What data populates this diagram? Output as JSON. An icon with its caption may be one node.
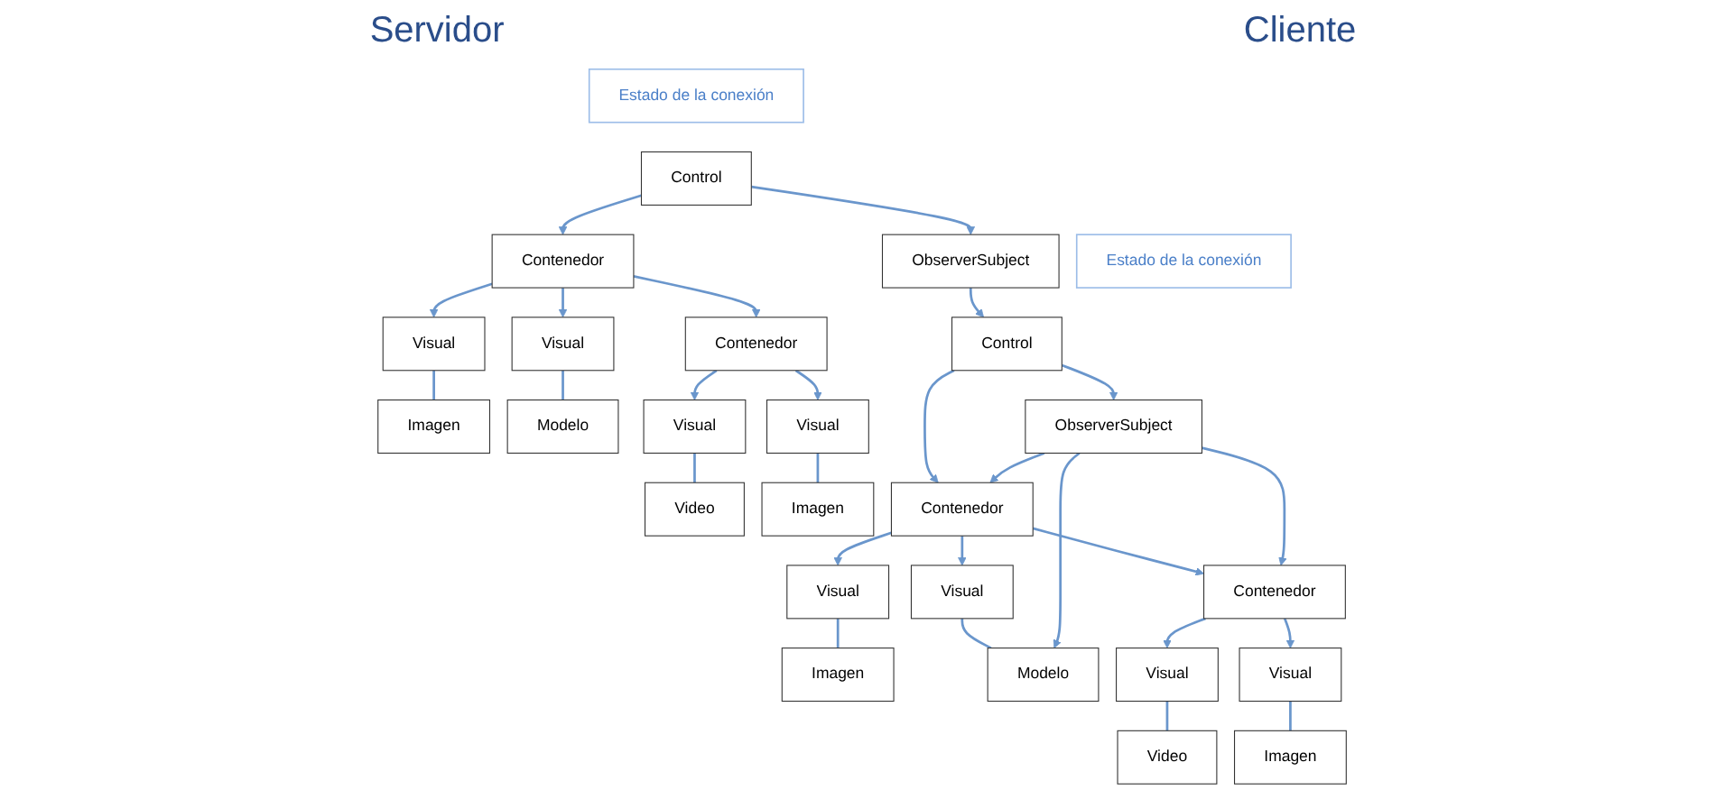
{
  "diagram": {
    "nodes": [
      {
        "text": [
          "Estado de la conexión"
        ]
      },
      {
        "text": [
          "Control"
        ]
      },
      {
        "text": [
          "ObserverSubject"
        ]
      },
      {
        "text": [
          "Contenedor"
        ]
      },
      {
        "text": [
          "Visual"
        ]
      },
      {
        "text": [
          "Visual"
        ]
      },
      {
        "text": [
          "Contenedor"
        ]
      },
      {
        "text": [
          "Imagen"
        ]
      },
      {
        "text": [
          "Modelo"
        ]
      },
      {
        "text": [
          "Visual"
        ]
      },
      {
        "text": [
          "Visual"
        ]
      },
      {
        "text": [
          "Video"
        ]
      },
      {
        "text": [
          "Imagen"
        ]
      },
      {
        "text": [
          "Estado de la conexión"
        ]
      },
      {
        "text": [
          "Control"
        ]
      },
      {
        "text": [
          "ObserverSubject"
        ]
      },
      {
        "text": [
          "Contenedor"
        ]
      },
      {
        "text": [
          "Visual"
        ]
      },
      {
        "text": [
          "Visual"
        ]
      },
      {
        "text": [
          "Contenedor"
        ]
      },
      {
        "text": [
          "Imagen"
        ]
      },
      {
        "text": [
          "Modelo"
        ]
      },
      {
        "text": [
          "Visual"
        ]
      },
      {
        "text": [
          "Visual"
        ]
      },
      {
        "text": [
          "Video"
        ]
      },
      {
        "text": [
          "Imagen"
        ]
      }
    ],
    "edges": [
      {
        "from": 1,
        "to": 2,
        "arrow": "to"
      },
      {
        "from": 1,
        "to": 3,
        "arrow": "to"
      },
      {
        "from": 3,
        "to": 4,
        "arrow": "to"
      },
      {
        "from": 3,
        "to": 5,
        "arrow": "to"
      },
      {
        "from": 3,
        "to": 6,
        "arrow": "to"
      },
      {
        "from": 4,
        "to": 7,
        "arrow": "none"
      },
      {
        "from": 5,
        "to": 8,
        "arrow": "none"
      },
      {
        "from": 6,
        "to": 9,
        "arrow": "to"
      },
      {
        "from": 6,
        "to": 10,
        "arrow": "to"
      },
      {
        "from": 9,
        "to": 11,
        "arrow": "none"
      },
      {
        "from": 10,
        "to": 12,
        "arrow": "none"
      },
      {
        "from": 2,
        "to": 14,
        "arrow": "to"
      },
      {
        "from": 14,
        "to": 15,
        "arrow": "to"
      },
      {
        "from": 14,
        "to": 16,
        "arrow": "to"
      },
      {
        "from": 16,
        "to": 17,
        "arrow": "to"
      },
      {
        "from": 16,
        "to": 18,
        "arrow": "to"
      },
      {
        "from": 16,
        "to": 19,
        "arrow": "to"
      },
      {
        "from": 17,
        "to": 20,
        "arrow": "none"
      },
      {
        "from": 18,
        "to": 21,
        "arrow": "none"
      },
      {
        "from": 19,
        "to": 22,
        "arrow": "to"
      },
      {
        "from": 19,
        "to": 23,
        "arrow": "to"
      },
      {
        "from": 22,
        "to": 24,
        "arrow": "none"
      },
      {
        "from": 23,
        "to": 25,
        "arrow": "none"
      },
      {
        "from": 15,
        "to": 16,
        "arrow": "to"
      },
      {
        "from": 15,
        "to": 21,
        "arrow": "to"
      },
      {
        "from": 15,
        "to": 19,
        "arrow": "to"
      }
    ],
    "labels": [
      "Servidor",
      "Cliente"
    ]
  }
}
